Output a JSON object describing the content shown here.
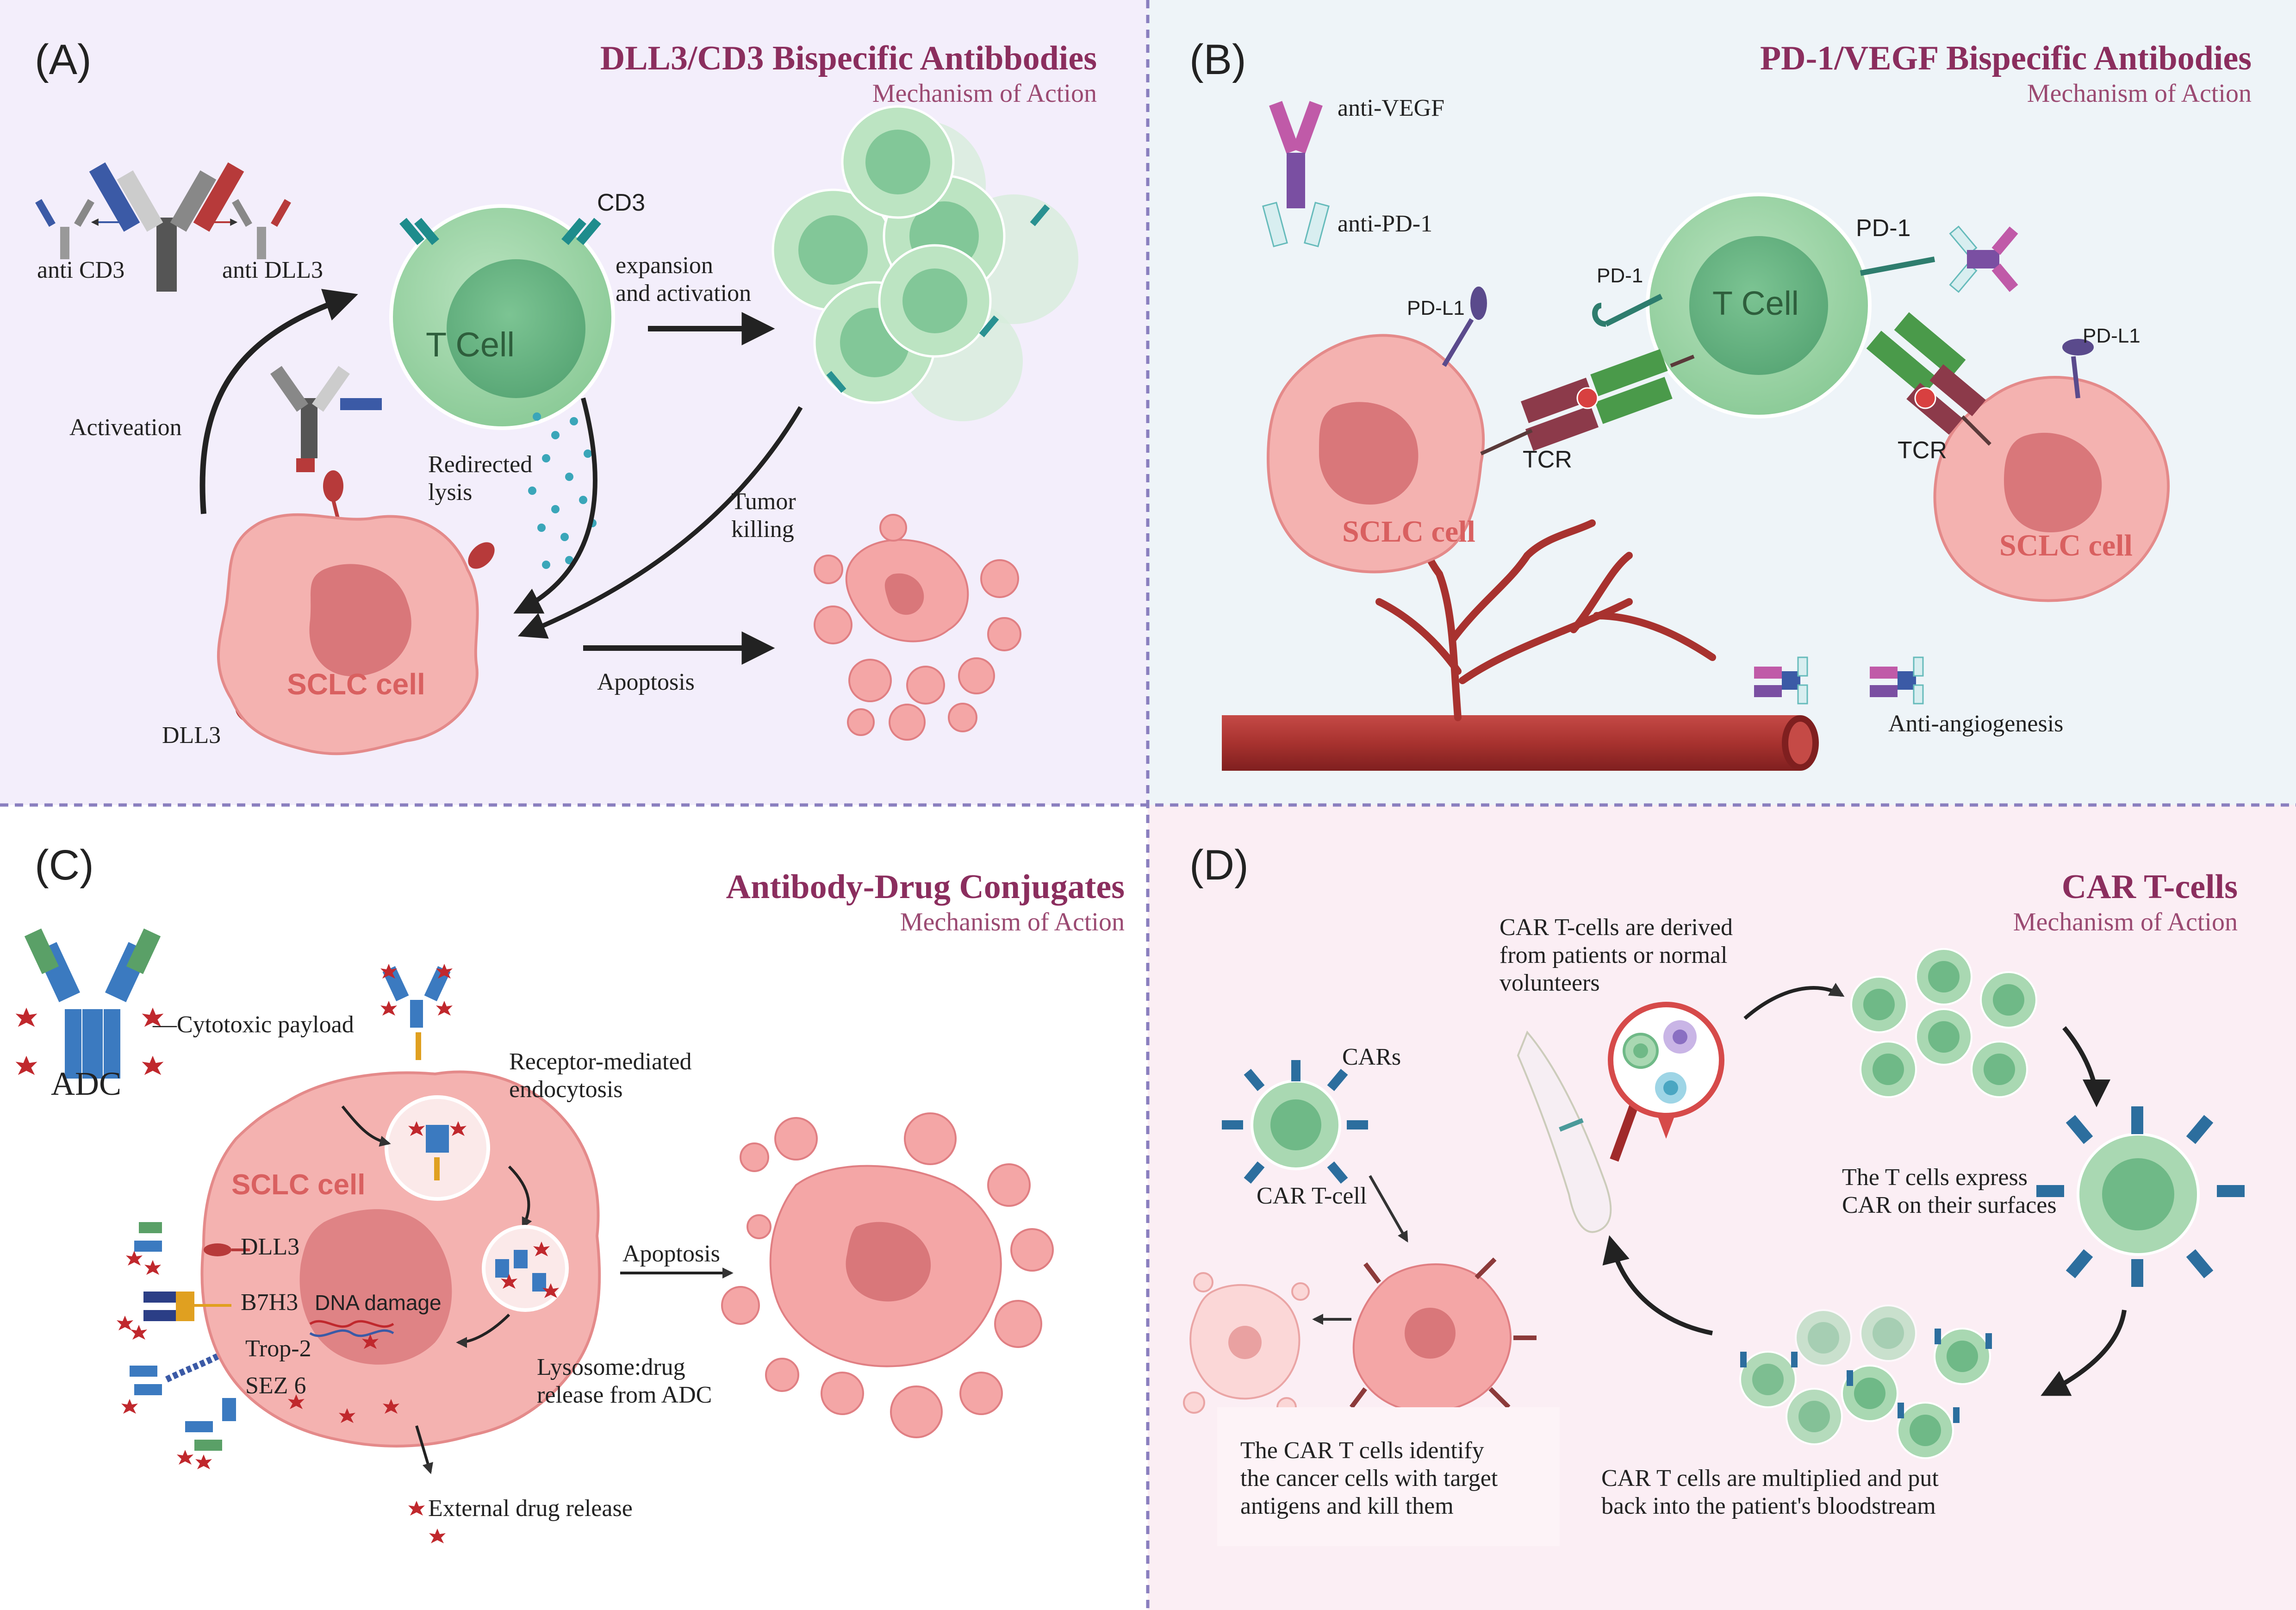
{
  "colors": {
    "panel_a_bg": "#f3eefb",
    "panel_b_bg": "#eef4f8",
    "panel_c_bg": "#ffffff",
    "panel_d_bg": "#fbeef4",
    "title": "#8b2e5e",
    "subtitle": "#9b4a72",
    "divider": "#8a7fbf",
    "cell_pink": "#f3a6a6",
    "nucleus_pink": "#d9777a",
    "tcell_green": "#9fd3a8",
    "tcell_nucleus": "#6fb987",
    "vessel": "#a8322f",
    "dark_red": "#a02a2a"
  },
  "panels": {
    "a": {
      "letter": "(A)",
      "title": "DLL3/CD3 Bispecific Antibbodies",
      "subtitle": "Mechanism of Action",
      "labels": {
        "anti_cd3": "anti CD3",
        "anti_dll3": "anti DLL3",
        "cd3": "CD3",
        "t_cell": "T Cell",
        "expansion": "expansion",
        "and_activation": "and activation",
        "activeation": "Activeation",
        "redirected": "Redirected",
        "lysis": "lysis",
        "tumor": "Tumor",
        "killing": "killing",
        "sclc_cell": "SCLC cell",
        "apoptosis": "Apoptosis",
        "dll3": "DLL3"
      }
    },
    "b": {
      "letter": "(B)",
      "title": "PD-1/VEGF Bispecific Antibodies",
      "subtitle": "Mechanism of Action",
      "labels": {
        "anti_vegf": "anti-VEGF",
        "anti_pd1": "anti-PD-1",
        "pd_l1_left": "PD-L1",
        "pd_1_left": "PD-1",
        "t_cell": "T Cell",
        "pd_1_right": "PD-1",
        "pd_l1_right": "PD-L1",
        "tcr_left": "TCR",
        "tcr_right": "TCR",
        "sclc_cell_left": "SCLC cell",
        "sclc_cell_right": "SCLC cell",
        "anti_angiogenesis": "Anti-angiogenesis"
      }
    },
    "c": {
      "letter": "(C)",
      "title": "Antibody-Drug Conjugates",
      "subtitle": "Mechanism of Action",
      "labels": {
        "cytotoxic_payload": "—Cytotoxic payload",
        "adc": "ADC",
        "receptor_mediated": "Receptor-mediated",
        "endocytosis": "endocytosis",
        "sclc_cell": "SCLC cell",
        "dll3": "DLL3",
        "b7h3": "B7H3",
        "dna_damage": "DNA damage",
        "trop2": "Trop-2",
        "sez6": "SEZ 6",
        "apoptosis": "Apoptosis",
        "lysosome": "Lysosome:drug",
        "release_from_adc": "release from ADC",
        "external_release": "External drug release"
      }
    },
    "d": {
      "letter": "(D)",
      "title": "CAR T-cells",
      "subtitle": "Mechanism of Action",
      "labels": {
        "derived_1": "CAR T-cells are derived",
        "derived_2": "from patients or normal",
        "derived_3": "volunteers",
        "cars": "CARs",
        "car_t_cell": "CAR T-cell",
        "express_1": "The T cells express",
        "express_2": "CAR on their surfaces",
        "identify_1": "The CAR T cells identify",
        "identify_2": "the cancer cells with target",
        "identify_3": "antigens and kill them",
        "multiplied_1": "CAR T cells are multiplied and put",
        "multiplied_2": "back into the patient's bloodstream"
      }
    }
  }
}
